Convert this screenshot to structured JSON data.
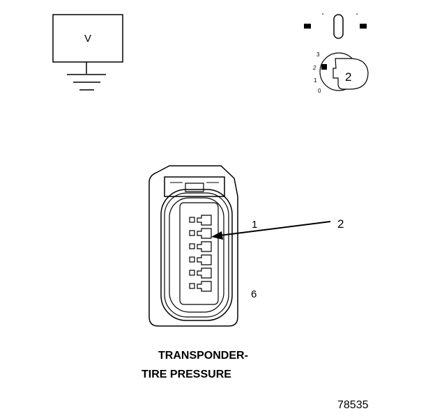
{
  "voltmeter": {
    "symbol": "V"
  },
  "ignition_switch": {
    "positions": [
      "3",
      "2",
      "1",
      "0"
    ],
    "selected_position": "2"
  },
  "connector": {
    "pin_labels": {
      "first": "1",
      "last": "6"
    },
    "callout": "2",
    "pin_count": 6
  },
  "caption": {
    "line1": "TRANSPONDER-",
    "line2": "TIRE PRESSURE"
  },
  "figure_number": "78535"
}
